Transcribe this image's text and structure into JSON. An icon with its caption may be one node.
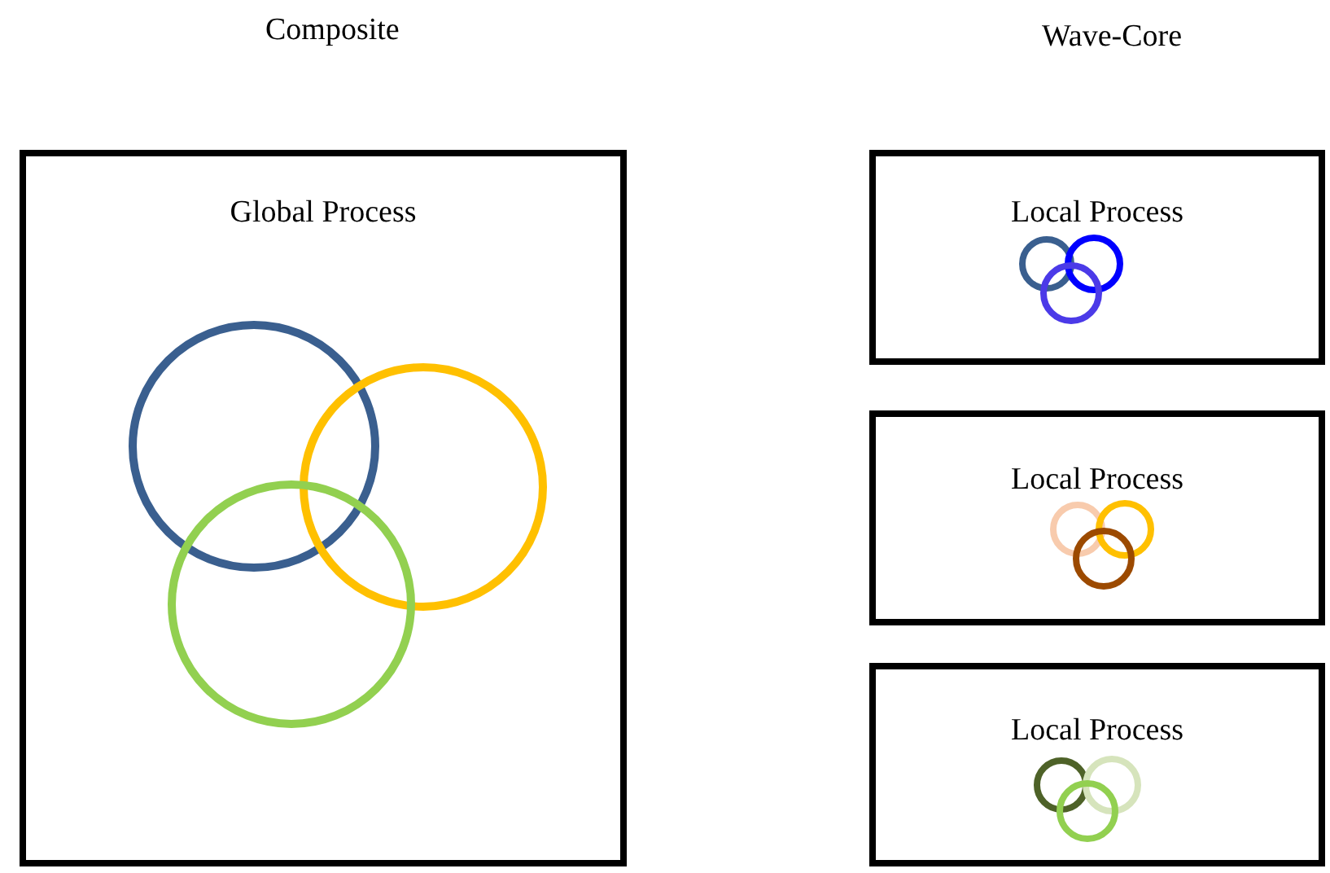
{
  "diagram": {
    "nodes": [
      {
        "text": [
          "Global Process"
        ]
      },
      {
        "text": [],
        "shape": "circle",
        "in": 0
      },
      {
        "text": [],
        "shape": "circle",
        "in": 0
      },
      {
        "text": [],
        "shape": "circle",
        "in": 0
      },
      {
        "text": [
          "Local Process"
        ]
      },
      {
        "text": [],
        "shape": "circle",
        "in": 4
      },
      {
        "text": [],
        "shape": "circle",
        "in": 4
      },
      {
        "text": [],
        "shape": "circle",
        "in": 4
      },
      {
        "text": [
          "Local Process"
        ]
      },
      {
        "text": [],
        "shape": "circle",
        "in": 8
      },
      {
        "text": [],
        "shape": "circle",
        "in": 8
      },
      {
        "text": [],
        "shape": "circle",
        "in": 8
      },
      {
        "text": [
          "Local Process"
        ]
      },
      {
        "text": [],
        "shape": "circle",
        "in": 12
      },
      {
        "text": [],
        "shape": "circle",
        "in": 12
      },
      {
        "text": [],
        "shape": "circle",
        "in": 12
      }
    ],
    "edges": [],
    "labels": [
      "Composite",
      "Wave-Core"
    ]
  }
}
